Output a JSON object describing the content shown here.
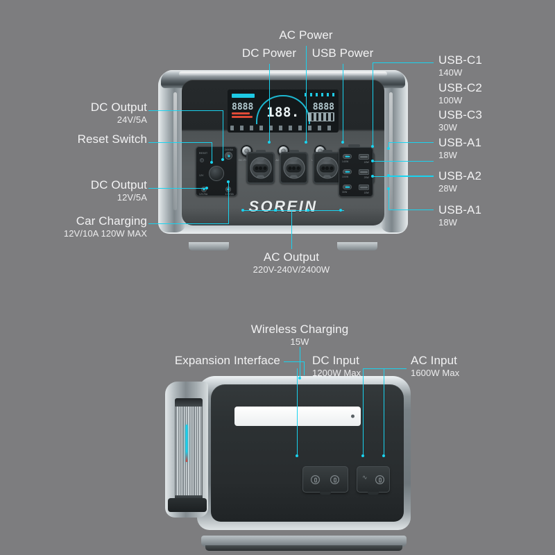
{
  "page": {
    "background_color": "#7d7d7f",
    "accent_color": "#19d3ef",
    "brand": "SOREIN"
  },
  "top_unit": {
    "name": "portable-power-station-front",
    "display": {
      "main_value": "188.",
      "left_digits": "8888",
      "right_digits": "8888"
    },
    "buttons": [
      {
        "label": "DC POWER"
      },
      {
        "label": "AC POWER"
      },
      {
        "label": "USB POWER"
      }
    ],
    "callouts_top": [
      {
        "id": "dc-power",
        "title": "DC Power",
        "sub": ""
      },
      {
        "id": "ac-power",
        "title": "AC Power",
        "sub": ""
      },
      {
        "id": "usb-power",
        "title": "USB Power",
        "sub": ""
      }
    ],
    "callouts_left": [
      {
        "id": "dc-output-24v",
        "title": "DC Output",
        "sub": "24V/5A"
      },
      {
        "id": "reset-switch",
        "title": "Reset Switch",
        "sub": ""
      },
      {
        "id": "dc-output-12v",
        "title": "DC Output",
        "sub": "12V/5A"
      },
      {
        "id": "car-charging",
        "title": "Car Charging",
        "sub": "12V/10A 120W MAX"
      }
    ],
    "callouts_right": [
      {
        "id": "usb-c1",
        "title": "USB-C1",
        "sub": "140W"
      },
      {
        "id": "usb-c2",
        "title": "USB-C2",
        "sub": "100W"
      },
      {
        "id": "usb-c3",
        "title": "USB-C3",
        "sub": "30W"
      },
      {
        "id": "usb-a1-top",
        "title": "USB-A1",
        "sub": "18W"
      },
      {
        "id": "usb-a2",
        "title": "USB-A2",
        "sub": "28W"
      },
      {
        "id": "usb-a1-bottom",
        "title": "USB-A1",
        "sub": "18W"
      }
    ],
    "callouts_bottom": [
      {
        "id": "ac-output",
        "title": "AC Output",
        "sub": "220V-240V/2400W"
      }
    ]
  },
  "bottom_unit": {
    "name": "portable-power-station-rear",
    "callouts": [
      {
        "id": "wireless-charging",
        "title": "Wireless Charging",
        "sub": "15W"
      },
      {
        "id": "expansion-interface",
        "title": "Expansion Interface",
        "sub": ""
      },
      {
        "id": "dc-input",
        "title": "DC Input",
        "sub": "1200W Max"
      },
      {
        "id": "ac-input",
        "title": "AC Input",
        "sub": "1600W Max"
      }
    ]
  }
}
